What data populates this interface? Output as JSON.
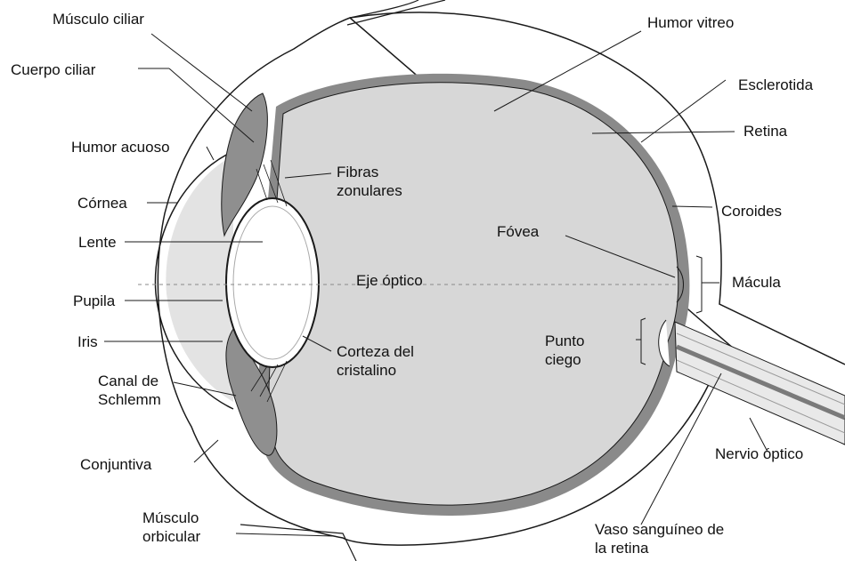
{
  "diagram": {
    "labels": {
      "musculo_ciliar": "Músculo ciliar",
      "cuerpo_ciliar": "Cuerpo ciliar",
      "humor_acuoso": "Humor acuoso",
      "cornea": "Córnea",
      "lente": "Lente",
      "pupila": "Pupila",
      "iris": "Iris",
      "canal_schlemm_1": "Canal de",
      "canal_schlemm_2": "Schlemm",
      "conjuntiva": "Conjuntiva",
      "musculo_orbicular_1": "Músculo",
      "musculo_orbicular_2": "orbicular",
      "fibras_zonulares_1": "Fibras",
      "fibras_zonulares_2": "zonulares",
      "eje_optico": "Eje óptico",
      "corteza_1": "Corteza del",
      "corteza_2": "cristalino",
      "humor_vitreo": "Humor vitreo",
      "esclerotida": "Esclerotida",
      "retina": "Retina",
      "coroides": "Coroides",
      "fovea": "Fóvea",
      "macula": "Mácula",
      "punto_ciego_1": "Punto",
      "punto_ciego_2": "ciego",
      "nervio_optico": "Nervio óptico",
      "vaso_1": "Vaso sanguíneo de",
      "vaso_2": "la retina"
    },
    "colors": {
      "vitreous": "#d7d7d7",
      "retina": "#8a8a8a",
      "aqueous": "#e3e3e3",
      "lens": "#ffffff",
      "ciliary": "#8f8f8f",
      "outline": "#1a1a1a"
    }
  }
}
